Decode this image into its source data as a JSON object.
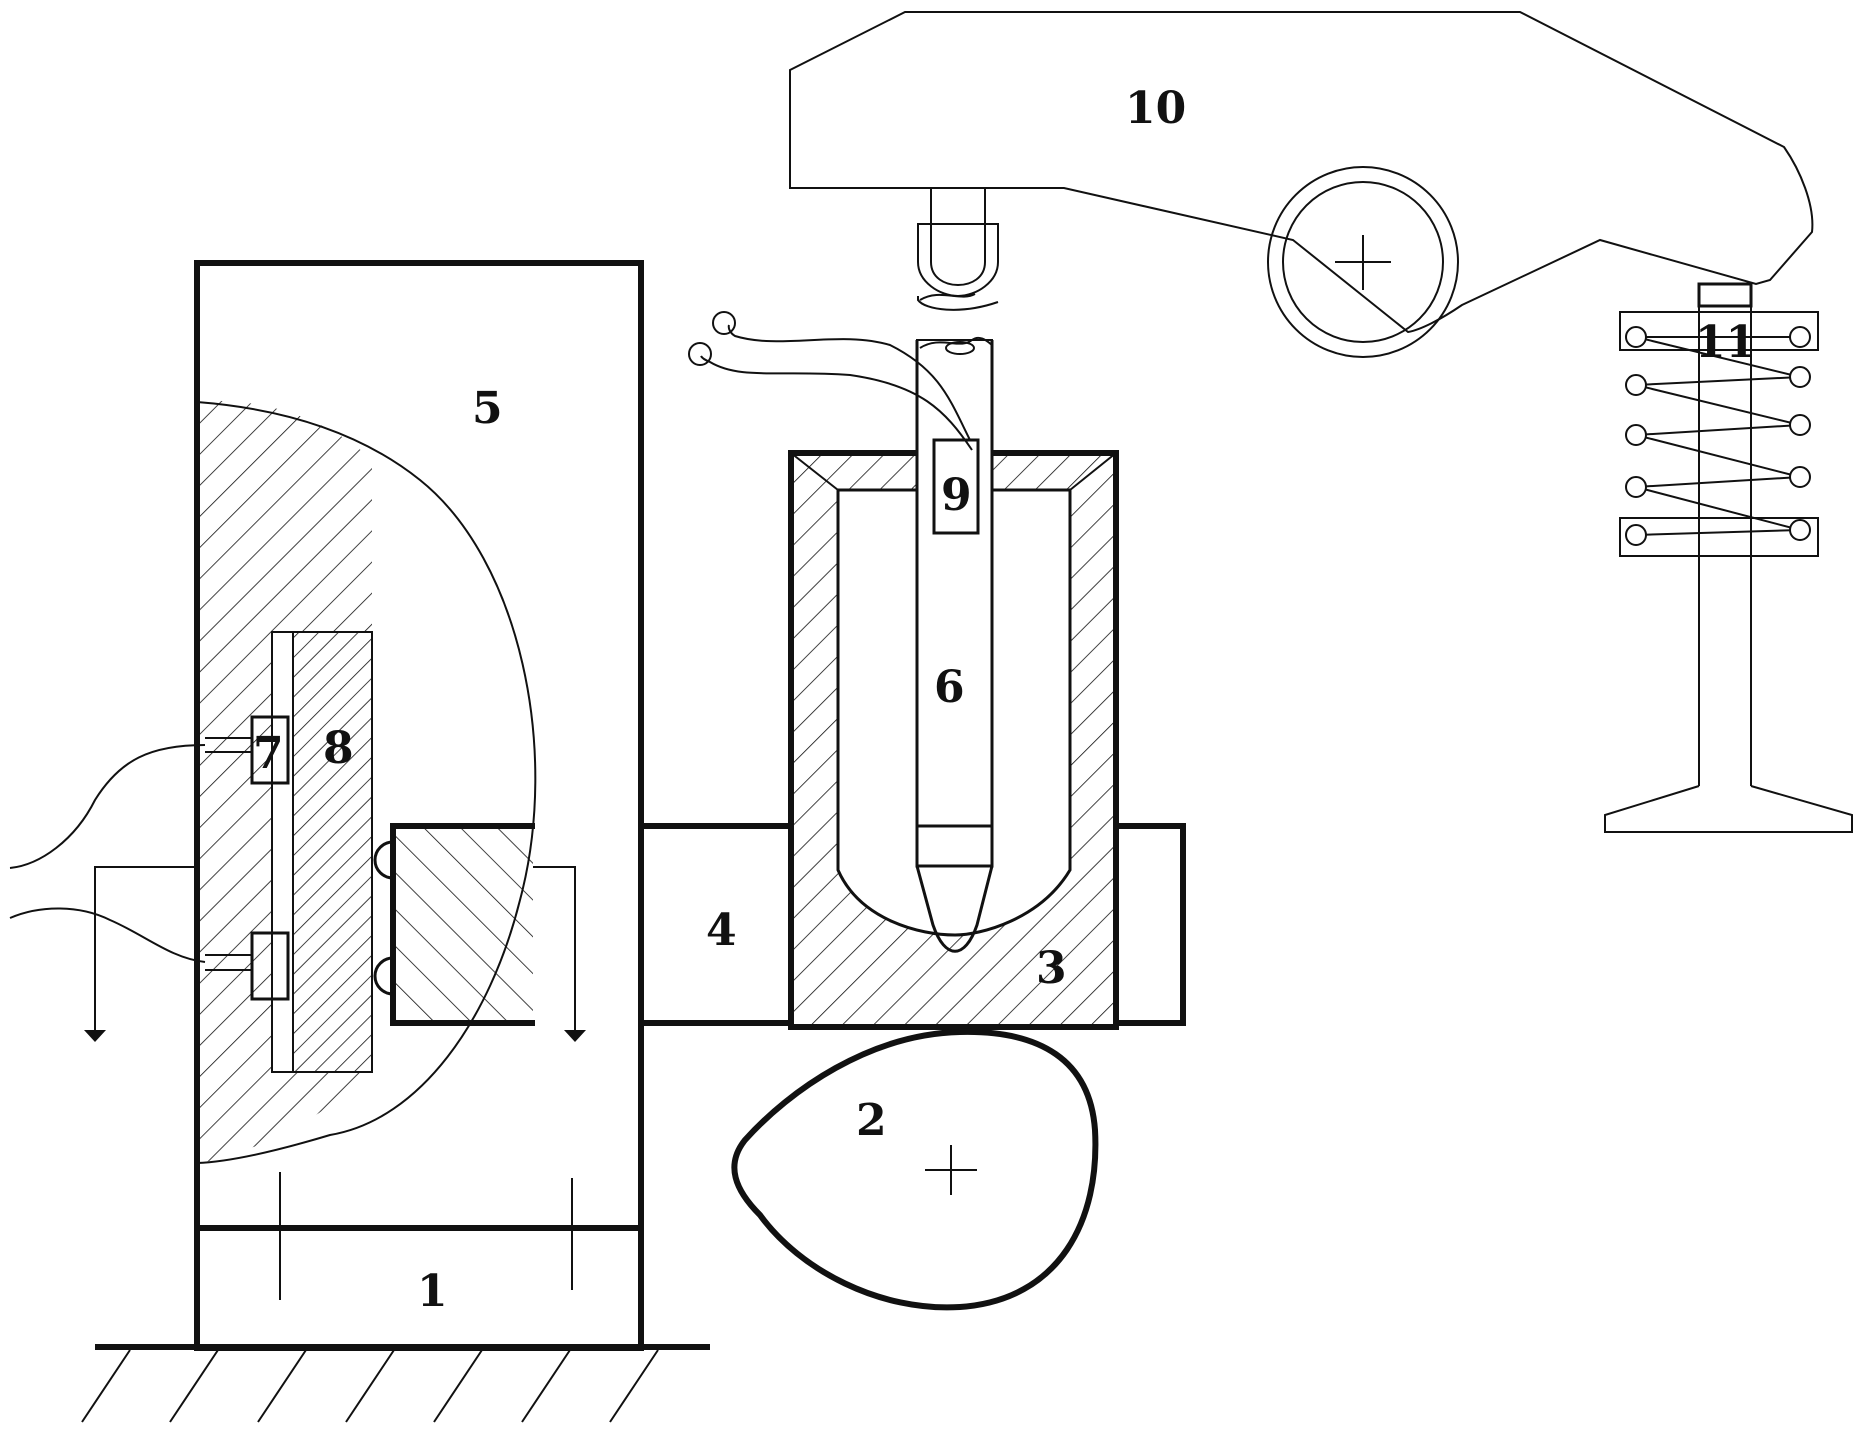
{
  "labels": {
    "base": "1",
    "cam": "2",
    "tappet": "3",
    "guide_block": "4",
    "housing": "5",
    "push_rod": "6",
    "sensor_small": "7",
    "sensor_plate": "8",
    "strain_gauge": "9",
    "rocker_arm": "10",
    "valve_spring": "11"
  },
  "colors": {
    "line": "#111111",
    "background": "#ffffff"
  }
}
